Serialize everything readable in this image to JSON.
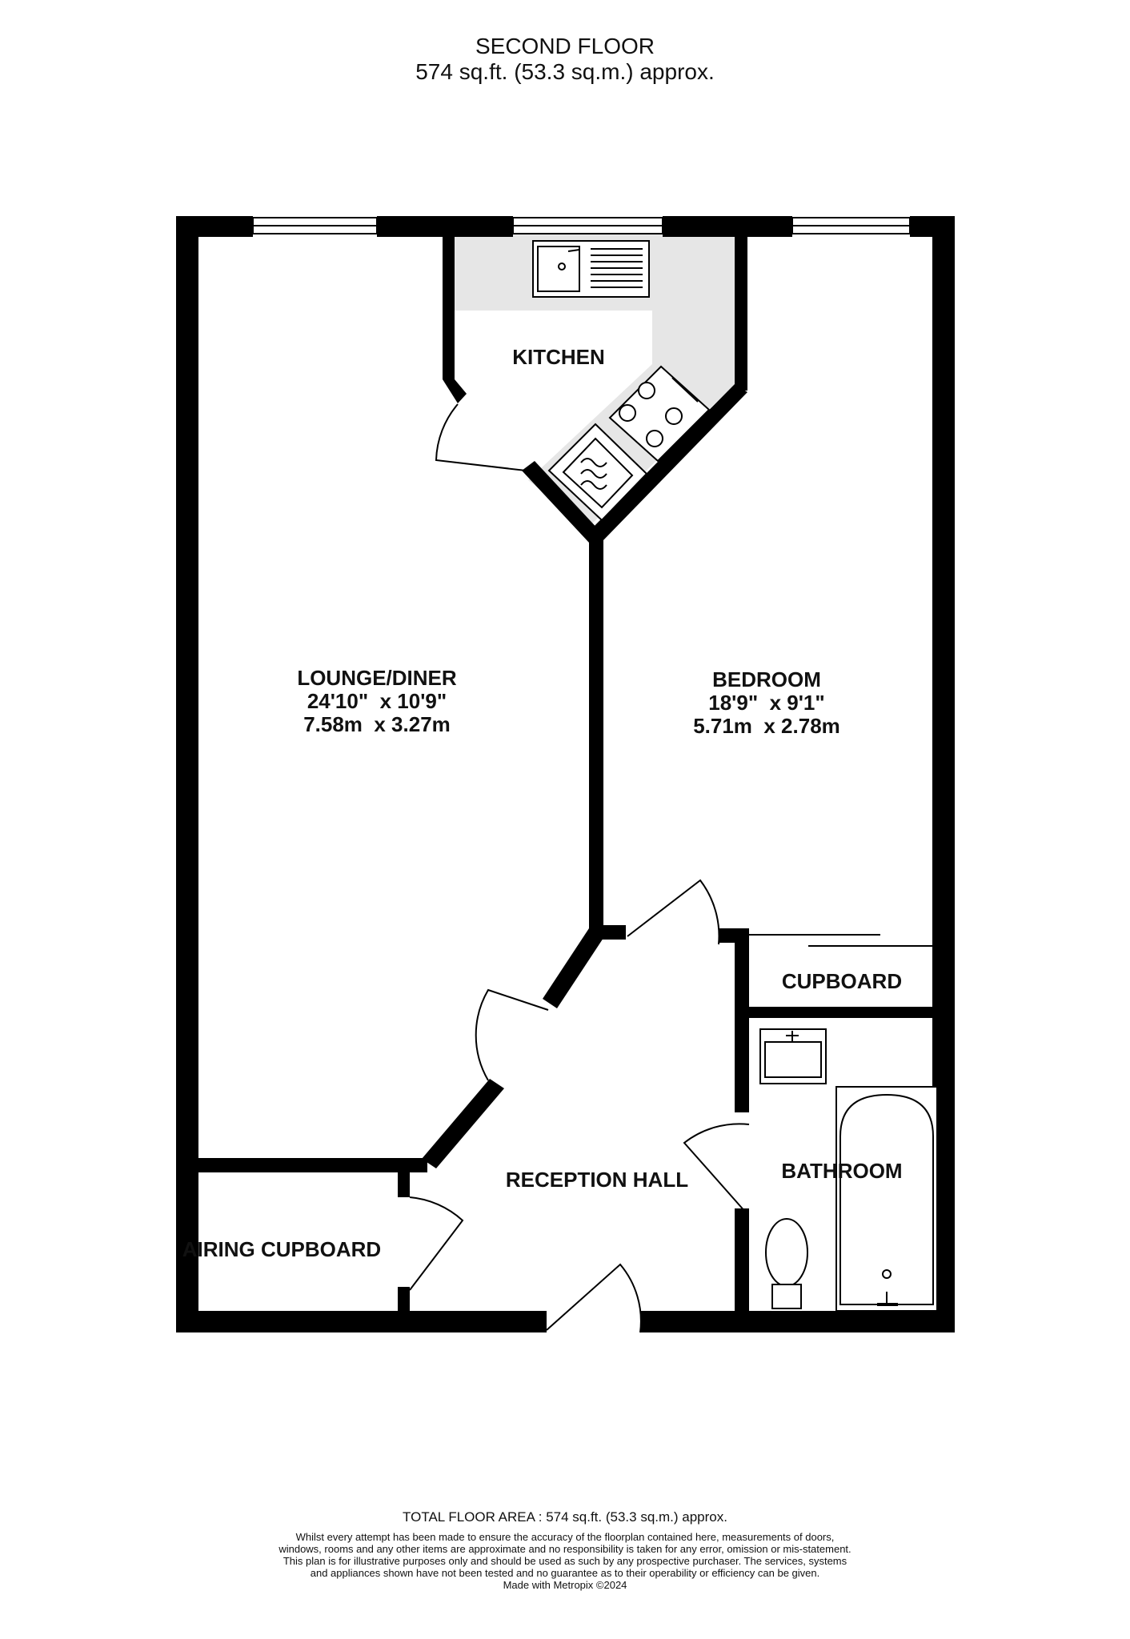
{
  "header": {
    "floor": "SECOND FLOOR",
    "area": "574 sq.ft. (53.3 sq.m.) approx."
  },
  "rooms": {
    "kitchen": "KITCHEN",
    "lounge": {
      "name": "LOUNGE/DINER",
      "imperial": "24'10\"  x 10'9\"",
      "metric": "7.58m  x 3.27m"
    },
    "bedroom": {
      "name": "BEDROOM",
      "imperial": "18'9\"  x 9'1\"",
      "metric": "5.71m  x 2.78m"
    },
    "cupboard": "CUPBOARD",
    "bathroom": "BATHROOM",
    "reception": "RECEPTION HALL",
    "airing": "AIRING CUPBOARD"
  },
  "footer": {
    "total": "TOTAL FLOOR AREA : 574 sq.ft. (53.3 sq.m.) approx.",
    "disclaimer": "Whilst every attempt has been made to ensure the accuracy of the floorplan contained here, measurements of doors, windows, rooms and any other items are approximate and no responsibility is taken for any error, omission or mis-statement. This plan is for illustrative purposes only and should be used as such by any prospective purchaser. The services, systems and appliances shown have not been tested and no guarantee as to their operability or efficiency can be given.",
    "made_with": "Made with Metropix ©2024"
  }
}
